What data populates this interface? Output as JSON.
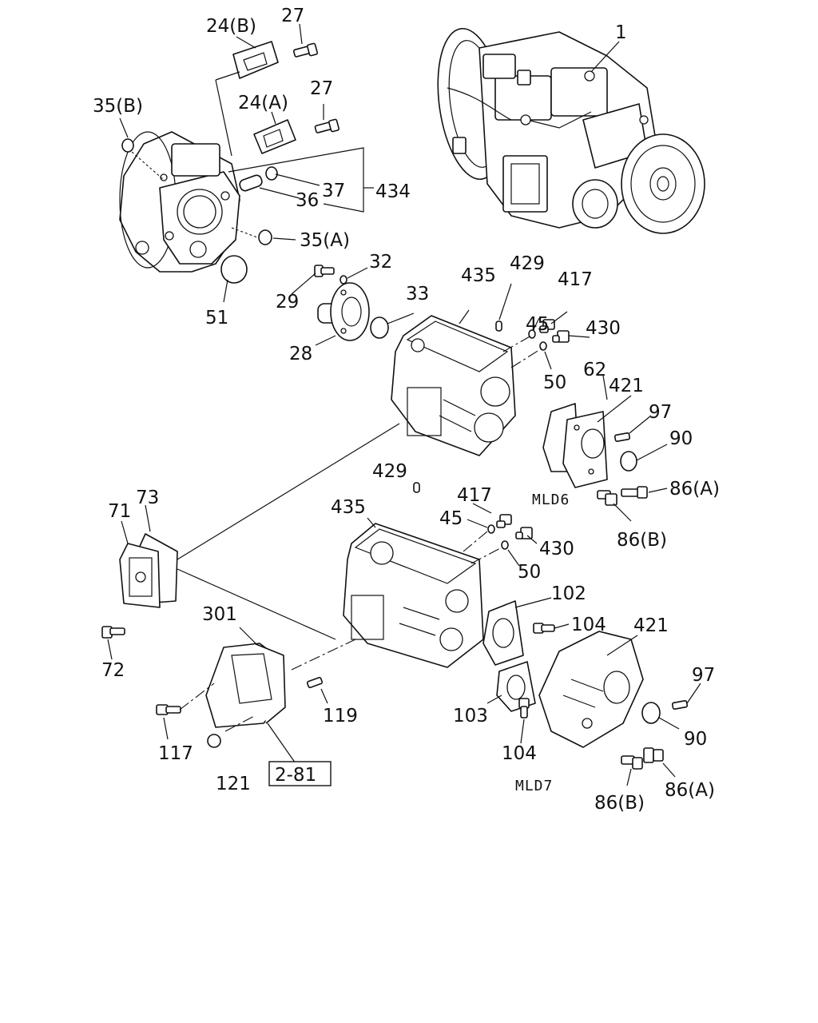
{
  "labels": {
    "l1": "1",
    "l24b": "24(B)",
    "l27a": "27",
    "l24a": "24(A)",
    "l27b": "27",
    "l35b": "35(B)",
    "l36": "36",
    "l37": "37",
    "l434": "434",
    "l35a": "35(A)",
    "l51": "51",
    "l32": "32",
    "l29": "29",
    "l33": "33",
    "l28": "28",
    "l435a": "435",
    "l429a": "429",
    "l45a": "45",
    "l417a": "417",
    "l430a": "430",
    "l50a": "50",
    "l62": "62",
    "l421a": "421",
    "l97a": "97",
    "l90a": "90",
    "l86aA": "86(A)",
    "l86bA": "86(B)",
    "l429b": "429",
    "l417b": "417",
    "l435b": "435",
    "l45b": "45",
    "l430b": "430",
    "l50b": "50",
    "l73": "73",
    "l71": "71",
    "l72": "72",
    "l301": "301",
    "l102": "102",
    "l104a": "104",
    "l421b": "421",
    "l97b": "97",
    "l90b": "90",
    "l103": "103",
    "l104b": "104",
    "l119": "119",
    "l117": "117",
    "l121": "121",
    "l86aB": "86(A)",
    "l86bB": "86(B)",
    "ref": "2-81",
    "mld6": "MLD6",
    "mld7": "MLD7"
  }
}
